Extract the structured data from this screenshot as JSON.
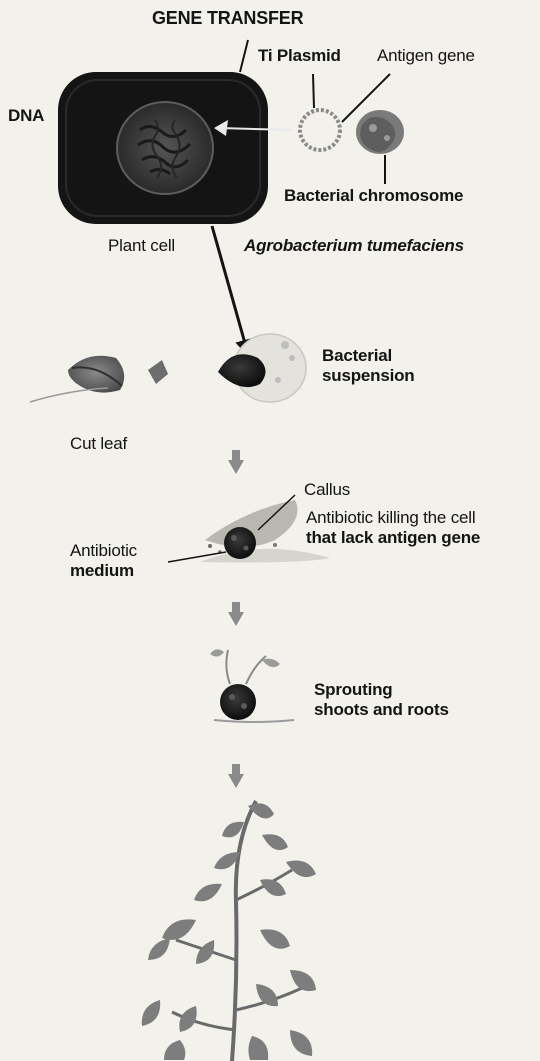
{
  "title": "GENE TRANSFER",
  "labels": {
    "ti_plasmid": "Ti Plasmid",
    "antigen_gene": "Antigen gene",
    "dna": "DNA",
    "bacterial_chromosome": "Bacterial chromosome",
    "plant_cell": "Plant cell",
    "agrobacterium": "Agrobacterium tumefaciens",
    "bacterial_suspension_1": "Bacterial",
    "bacterial_suspension_2": "suspension",
    "cut_leaf": "Cut leaf",
    "callus": "Callus",
    "antibiotic_killing_1": "Antibiotic killing the cell",
    "antibiotic_killing_2": "that lack antigen gene",
    "antibiotic_medium_1": "Antibiotic",
    "antibiotic_medium_2": "medium",
    "sprouting_1": "Sprouting",
    "sprouting_2": "shoots and roots"
  },
  "colors": {
    "background": "#f3f1ec",
    "ink": "#141414",
    "plant_cell_fill": "#151515",
    "nucleus_fill": "#3b3b3b",
    "leaf_fill": "#6f6f6f"
  }
}
